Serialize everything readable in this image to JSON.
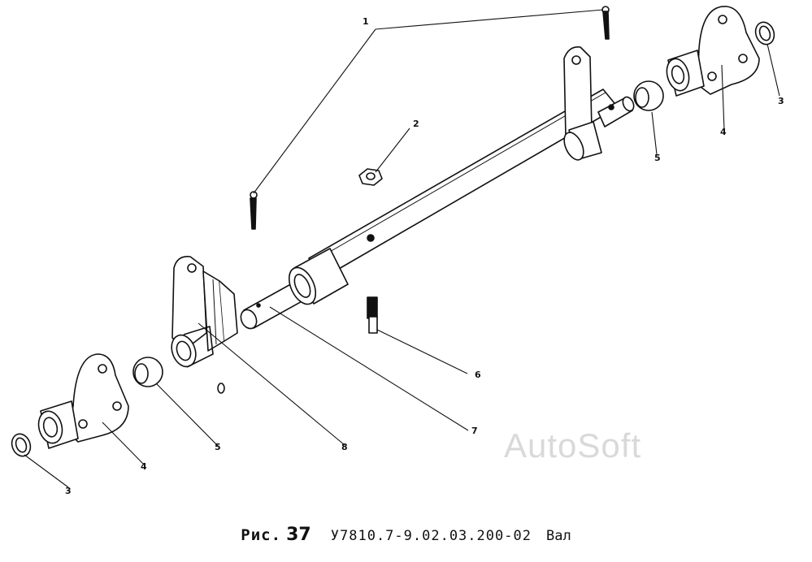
{
  "callouts": [
    "1",
    "2",
    "3",
    "4",
    "5",
    "6",
    "7",
    "8"
  ],
  "caption": {
    "fig_label": "Рис.",
    "fig_number": "37",
    "part_code": "У7810.7-9.02.03.200-02",
    "part_name": "Вал"
  },
  "watermark": "AutoSoft"
}
